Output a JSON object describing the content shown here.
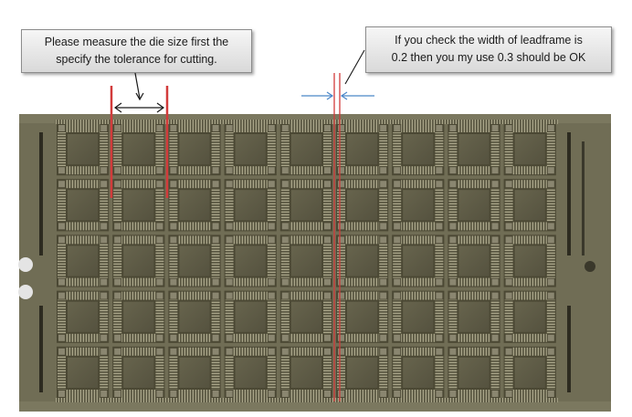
{
  "callouts": {
    "left": {
      "line1": "Please measure the die size first the",
      "line2": "specify the tolerance for cutting."
    },
    "right": {
      "line1": "If you check the width of leadframe is",
      "line2": "0.2 then you my use 0.3 should be OK"
    }
  },
  "leadframe": {
    "rows": 5,
    "columns": 9
  },
  "colors": {
    "cut_line": "#d23b3b",
    "measure_arrow": "#1a1a1a",
    "width_arrow": "#4a86c8",
    "frame_bg": "#6d6a52",
    "die_pad": "#5c5945",
    "lead": "#a8a48a"
  }
}
